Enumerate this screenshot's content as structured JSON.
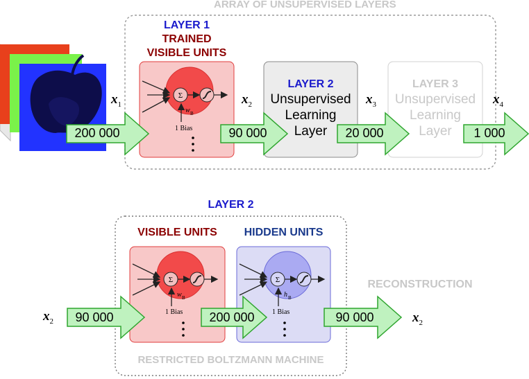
{
  "top_section": {
    "array_title": "ARRAY OF UNSUPERVISED LAYERS",
    "layer1": {
      "title": "LAYER 1",
      "subtitle_line1": "TRAINED",
      "subtitle_line2": "VISIBLE UNITS"
    },
    "layer2": {
      "title": "LAYER 2",
      "line1": "Unsupervised",
      "line2": "Learning",
      "line3": "Layer"
    },
    "layer3": {
      "title": "LAYER 3",
      "line1": "Unsupervised",
      "line2": "Learning",
      "line3": "Layer"
    },
    "arrows": [
      "200 000",
      "90 000",
      "20 000",
      "1 000"
    ],
    "vars": [
      {
        "name": "x",
        "sub": "1"
      },
      {
        "name": "x",
        "sub": "2"
      },
      {
        "name": "x",
        "sub": "3"
      },
      {
        "name": "x",
        "sub": "4"
      }
    ],
    "neuron": {
      "sum_symbol": "Σ",
      "weight_label": "w",
      "weight_sub": "B",
      "bias_label": "1  Bias"
    }
  },
  "bottom_section": {
    "layer_title": "LAYER 2",
    "visible_title": "VISIBLE UNITS",
    "hidden_title": "HIDDEN UNITS",
    "reconstruction": "RECONSTRUCTION",
    "rbm_label": "RESTRICTED BOLTZMANN MACHINE",
    "arrows": [
      "90 000",
      "200 000",
      "90 000"
    ],
    "var_in": {
      "name": "x",
      "sub": "2"
    },
    "var_out": {
      "name": "x",
      "sub": "2"
    },
    "visible_neuron": {
      "sum_symbol": "Σ",
      "weight_label": "w",
      "weight_sub": "B",
      "bias_label": "1  Bias"
    },
    "hidden_neuron": {
      "sum_symbol": "Σ",
      "weight_label": "h",
      "weight_sub": "B",
      "bias_label": "1  Bias"
    }
  },
  "colors": {
    "title_blue": "#1a1acc",
    "title_darkred": "#8b0000",
    "hidden_blue": "#1a3a8c",
    "ghost_gray": "#c8c8c8",
    "arrow_fill": "#bff2bf",
    "arrow_stroke": "#2fa52f",
    "visible_box": "#f8c8c8",
    "hidden_box": "#dcdcf5"
  }
}
